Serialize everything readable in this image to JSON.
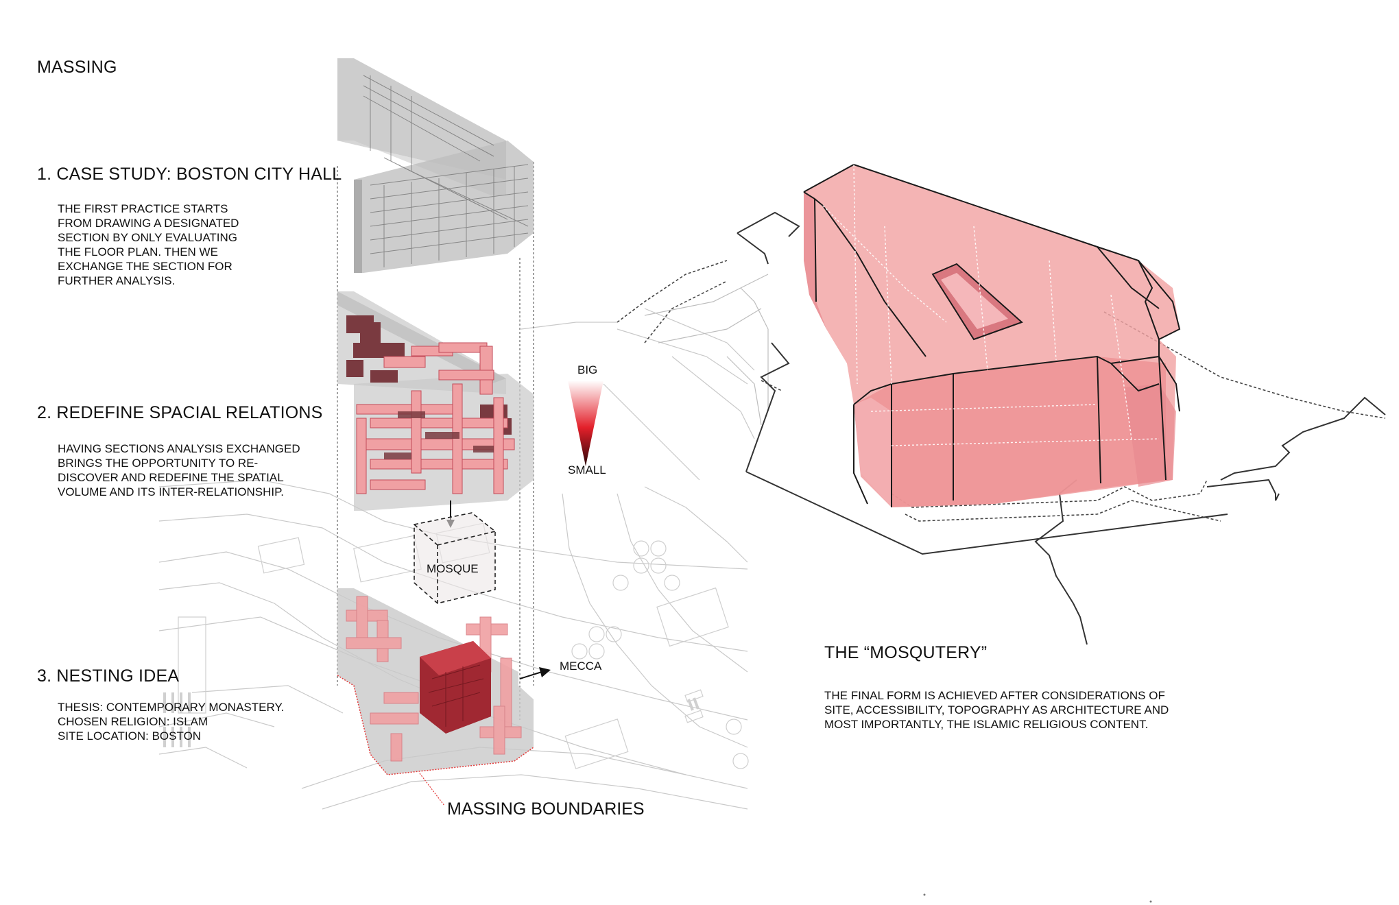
{
  "headings": {
    "massing": "MASSING",
    "case_study": "1. CASE STUDY: BOSTON CITY HALL",
    "redefine": "2. REDEFINE SPACIAL RELATIONS",
    "nesting": "3. NESTING IDEA",
    "mosqutery": "THE “MOSQUTERY”"
  },
  "paragraphs": {
    "case_study": [
      "THE FIRST PRACTICE STARTS",
      "FROM DRAWING A DESIGNATED",
      "SECTION BY ONLY EVALUATING",
      "THE FLOOR PLAN. THEN WE",
      "EXCHANGE THE SECTION FOR",
      "FURTHER ANALYSIS."
    ],
    "redefine": [
      "HAVING SECTIONS ANALYSIS EXCHANGED",
      "BRINGS THE OPPORTUNITY TO RE-",
      "DISCOVER AND REDEFINE THE SPATIAL",
      "VOLUME AND ITS INTER-RELATIONSHIP."
    ],
    "nesting": [
      "THESIS: CONTEMPORARY MONASTERY.",
      "CHOSEN RELIGION: ISLAM",
      "SITE LOCATION: BOSTON"
    ],
    "mosqutery": [
      "THE FINAL FORM IS ACHIEVED AFTER CONSIDERATIONS OF",
      "SITE, ACCESSIBILITY, TOPOGRAPHY AS ARCHITECTURE AND",
      "MOST IMPORTANTLY, THE ISLAMIC RELIGIOUS CONTENT."
    ]
  },
  "labels": {
    "big": "BIG",
    "small": "SMALL",
    "mosque": "MOSQUE",
    "mecca": "MECCA",
    "massing_boundaries": "MASSING BOUNDARIES"
  },
  "colors": {
    "accent_red": "#e33a3a",
    "mass_pink": "#f2a3a3",
    "mass_dark": "#7a3a40",
    "grey_volume": "#c9c9c9"
  }
}
